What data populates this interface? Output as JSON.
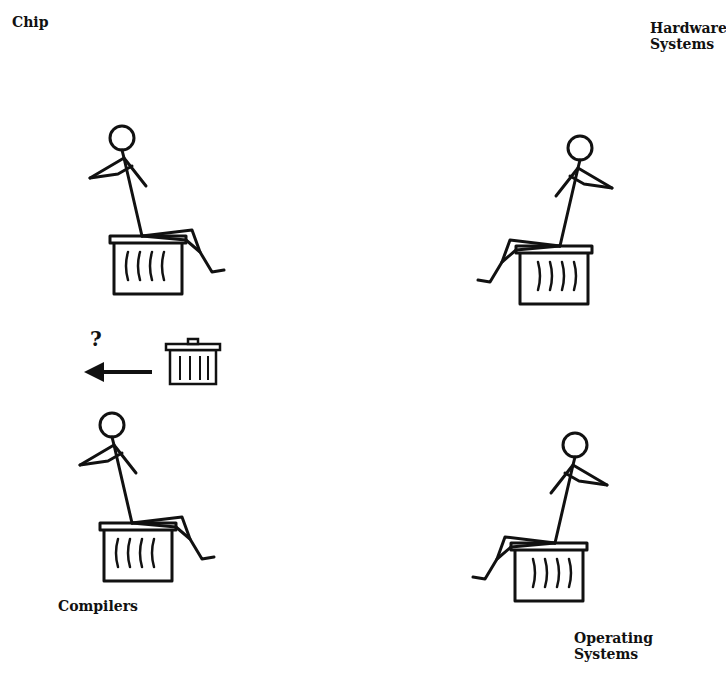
{
  "diagram": {
    "labels": [
      "Chip",
      "Hardware Systems",
      "?",
      "Compilers",
      "Operating Systems"
    ]
  }
}
